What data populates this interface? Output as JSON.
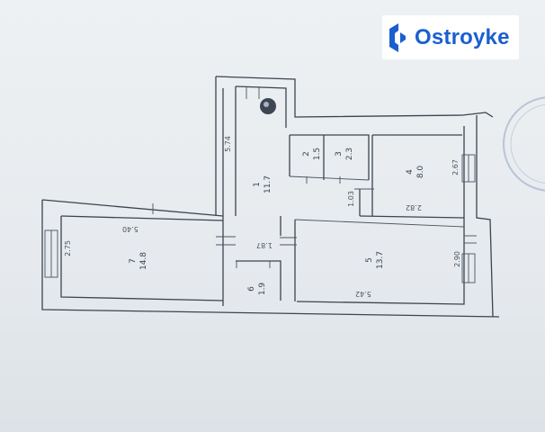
{
  "brand": {
    "name": "Ostroyke",
    "color": "#1a5fd0"
  },
  "plan": {
    "rooms": [
      {
        "id": "1",
        "area": "11.7"
      },
      {
        "id": "2",
        "area": "1.5"
      },
      {
        "id": "3",
        "area": "2.3"
      },
      {
        "id": "4",
        "area": "8.0"
      },
      {
        "id": "5",
        "area": "13.7"
      },
      {
        "id": "6",
        "area": "1.9"
      },
      {
        "id": "7",
        "area": "14.8"
      }
    ],
    "dimensions": {
      "corridor_length": "5.74",
      "room7_width": "2.75",
      "room7_length": "5.40",
      "room4_width": "2.67",
      "room4_length": "2.82",
      "room5_width": "2.90",
      "room5_length": "5.42",
      "passage_width": "1.03",
      "hall_width": "1.87"
    }
  }
}
